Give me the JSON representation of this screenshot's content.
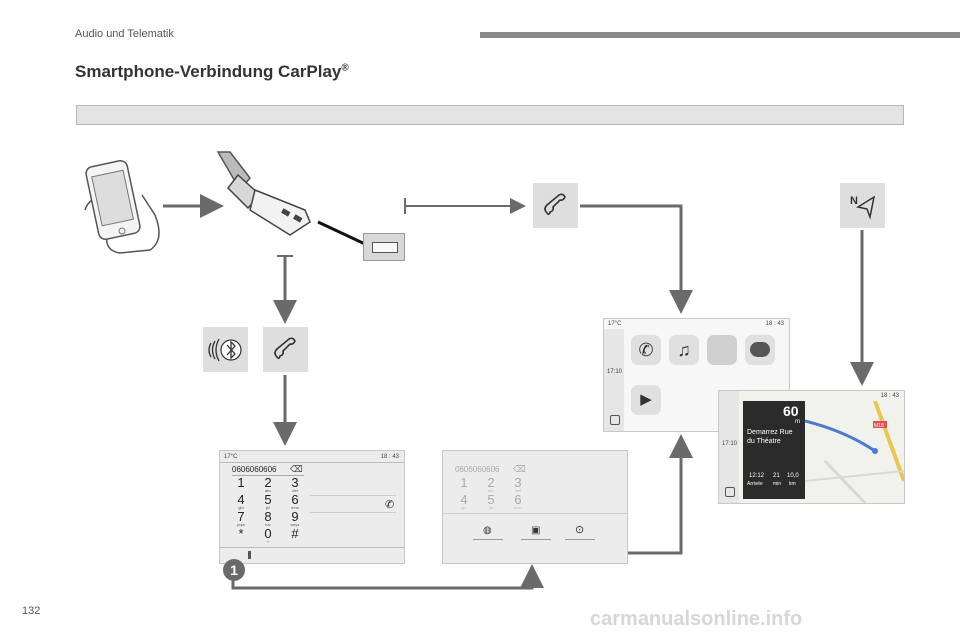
{
  "header": {
    "section": "Audio und Telematik"
  },
  "title": {
    "main": "Smartphone-Verbindung CarPlay",
    "sup": "®"
  },
  "page_number": "132",
  "watermark": "carmanualsonline.info",
  "step_badge": "1",
  "dialer": {
    "temperature": "17°C",
    "time": "18 : 43",
    "number": "0606060606",
    "keys": [
      {
        "d": "1",
        "s": ""
      },
      {
        "d": "2",
        "s": "abc"
      },
      {
        "d": "3",
        "s": "def"
      },
      {
        "d": "4",
        "s": "ghi"
      },
      {
        "d": "5",
        "s": "jkl"
      },
      {
        "d": "6",
        "s": "mno"
      },
      {
        "d": "7",
        "s": "pqrs"
      },
      {
        "d": "8",
        "s": "tuv"
      },
      {
        "d": "9",
        "s": "wxyz"
      },
      {
        "d": "*",
        "s": ""
      },
      {
        "d": "0",
        "s": "+"
      },
      {
        "d": "#",
        "s": ""
      }
    ]
  },
  "dialer_faded": {
    "number": "0606060606",
    "keys": [
      {
        "d": "1",
        "s": ""
      },
      {
        "d": "2",
        "s": "abc"
      },
      {
        "d": "3",
        "s": "def"
      },
      {
        "d": "4",
        "s": "ghi"
      },
      {
        "d": "5",
        "s": "jkl"
      },
      {
        "d": "6",
        "s": "mno"
      }
    ]
  },
  "carplay_home": {
    "temperature": "17°C",
    "time": "18 : 43",
    "clock": "17:10"
  },
  "carplay_nav": {
    "time": "18 : 43",
    "clock": "17:10",
    "distance": "60",
    "distance_unit": "m",
    "instruction_line1": "Demarrez Rue",
    "instruction_line2": "du Théatre",
    "eta": "12:12",
    "eta_label": "Arrivée",
    "remaining_min": "21",
    "min_label": "min",
    "remaining_km": "10,0",
    "km_label": "km",
    "map_badge": "M18"
  },
  "colors": {
    "tile": "#dedede",
    "arrow": "#6a6a6a",
    "band": "#e4e4e4"
  }
}
